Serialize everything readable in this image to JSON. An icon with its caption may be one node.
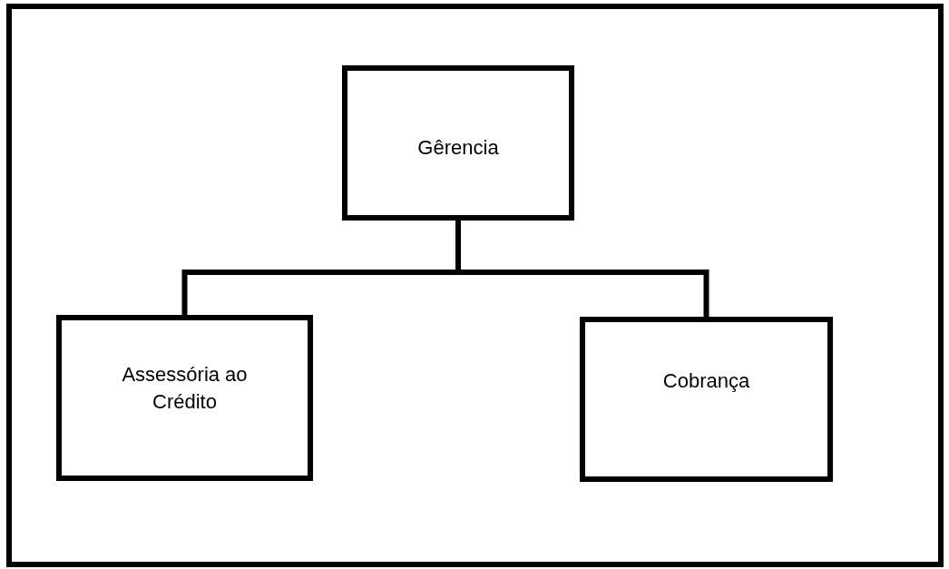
{
  "diagram": {
    "nodes": [
      {
        "text": [
          "Gêrencia"
        ]
      },
      {
        "text": [
          "Assessória ao Crédito"
        ]
      },
      {
        "text": [
          "Cobrança"
        ]
      }
    ],
    "edges": [
      {
        "from": 0,
        "to": 1,
        "arrow": "none"
      },
      {
        "from": 0,
        "to": 2,
        "arrow": "none"
      }
    ]
  }
}
